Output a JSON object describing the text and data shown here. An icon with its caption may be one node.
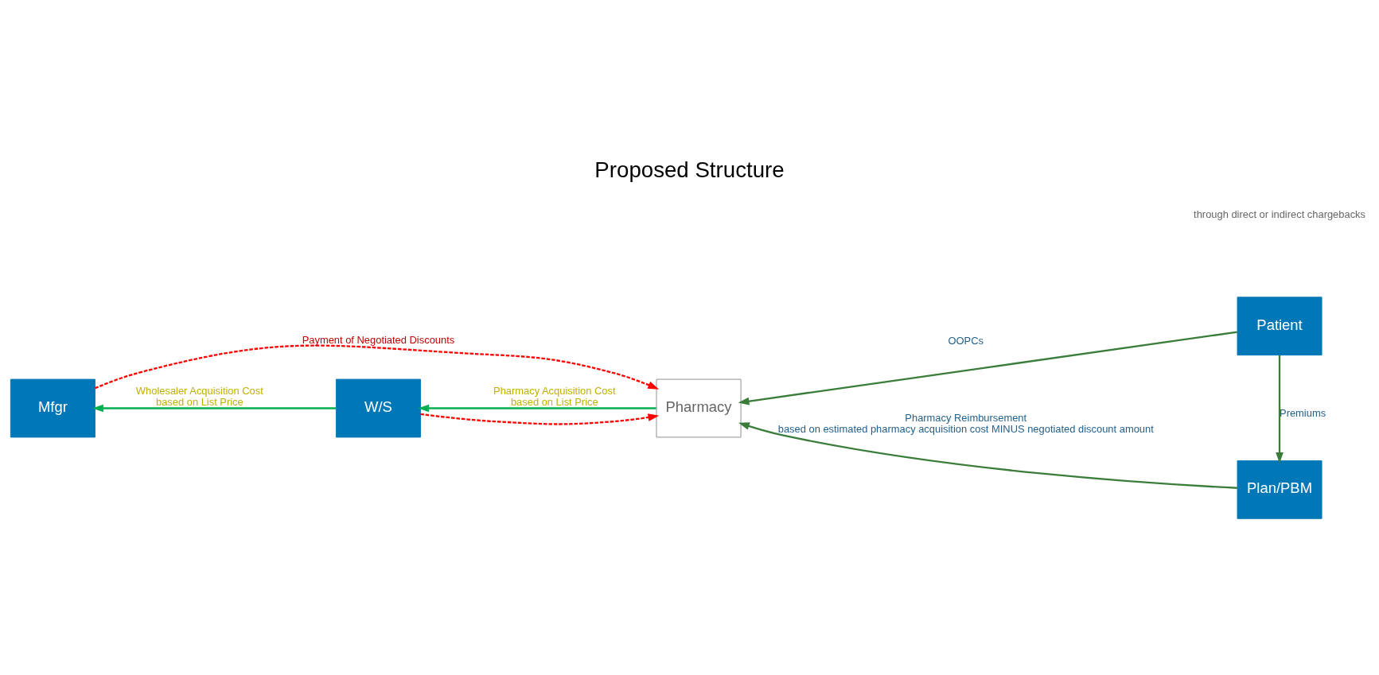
{
  "diagram": {
    "title": "Proposed Structure",
    "nodes": [
      {
        "text": [
          "Patient"
        ]
      },
      {
        "text": [
          "Mfgr"
        ]
      },
      {
        "text": [
          "W/S"
        ]
      },
      {
        "text": [
          "Pharmacy"
        ]
      },
      {
        "text": [
          "Plan/PBM"
        ]
      }
    ],
    "edges": [
      {
        "from": 0,
        "to": 3,
        "arrow": "to",
        "label": "OOPCs"
      },
      {
        "from": 0,
        "to": 4,
        "arrow": "to",
        "label": "Premiums"
      },
      {
        "from": 4,
        "to": 3,
        "arrow": "to",
        "label": "Pharmacy Reimbursement based on estimated pharmacy acquisition cost MINUS negotiated discount amount"
      },
      {
        "from": 3,
        "to": 2,
        "arrow": "to",
        "label": "Pharmacy Acquisition Cost based on List Price",
        "color": "#00b050"
      },
      {
        "from": 2,
        "to": 1,
        "arrow": "to",
        "label": "Wholesaler Acquisition Cost based on List Price",
        "color": "#00b050"
      },
      {
        "from": 1,
        "to": 3,
        "arrow": "to",
        "style": "dashed",
        "color": "#ff0000",
        "label": "Payment of Negotiated Discounts"
      },
      {
        "from": 2,
        "to": 3,
        "arrow": "to",
        "style": "dashed",
        "color": "#ff0000"
      }
    ],
    "labels": [
      "through direct or indirect chargebacks"
    ]
  }
}
